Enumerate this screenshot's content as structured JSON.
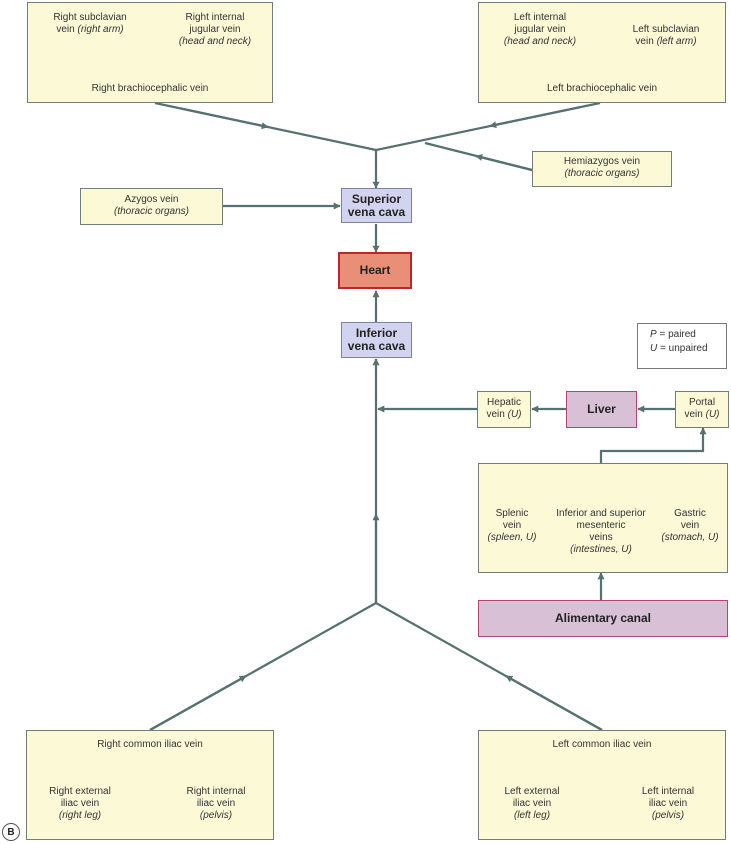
{
  "rsub": {
    "l1": "Right subclavian",
    "l2": "vein",
    "l3": "(right arm)"
  },
  "rij": {
    "l1": "Right internal",
    "l2": "jugular vein",
    "l3": "(head and neck)"
  },
  "rbc": "Right brachiocephalic vein",
  "lij": {
    "l1": "Left internal",
    "l2": "jugular vein",
    "l3": "(head and neck)"
  },
  "lsub": {
    "l1": "Left subclavian",
    "l2": "vein",
    "l3": "(left arm)"
  },
  "lbc": "Left brachiocephalic vein",
  "hemi": {
    "l1": "Hemiazygos vein",
    "l2": "(thoracic organs)"
  },
  "azygos": {
    "l1": "Azygos vein",
    "l2": "(thoracic organs)"
  },
  "svc": {
    "l1": "Superior",
    "l2": "vena cava"
  },
  "heart": "Heart",
  "ivc": {
    "l1": "Inferior",
    "l2": "vena cava"
  },
  "legend": {
    "p_key": "P",
    "p_text": " = paired",
    "u_key": "U",
    "u_text": " = unpaired"
  },
  "hepatic": {
    "l1": "Hepatic",
    "l2": "vein ",
    "l2b": "(U)"
  },
  "liver": "Liver",
  "portal": {
    "l1": "Portal",
    "l2": "vein ",
    "l2b": "(U)"
  },
  "splenic": {
    "l1": "Splenic",
    "l2": "vein",
    "l3": "(spleen, U)"
  },
  "mesenteric": {
    "l1": "Inferior and superior",
    "l2": "mesenteric",
    "l3": "veins",
    "l4": "(intestines, U)"
  },
  "gastric": {
    "l1": "Gastric",
    "l2": "vein",
    "l3": "(stomach, U)"
  },
  "canal": "Alimentary canal",
  "rci": "Right common iliac vein",
  "rext": {
    "l1": "Right external",
    "l2": "iliac vein",
    "l3": "(right leg)"
  },
  "rint": {
    "l1": "Right internal",
    "l2": "iliac vein",
    "l3": "(pelvis)"
  },
  "lci": "Left common iliac vein",
  "lext": {
    "l1": "Left external",
    "l2": "iliac vein",
    "l3": "(left leg)"
  },
  "lint": {
    "l1": "Left internal",
    "l2": "iliac vein",
    "l3": "(pelvis)"
  },
  "panel": "B",
  "colors": {
    "main_line": "#56716f",
    "inner_line": "#7aa89a",
    "box_fill": "#fbf9d6",
    "vena_cava": "#d2d4ef",
    "heart": "#e98f78",
    "liver": "#d8c0d6"
  }
}
